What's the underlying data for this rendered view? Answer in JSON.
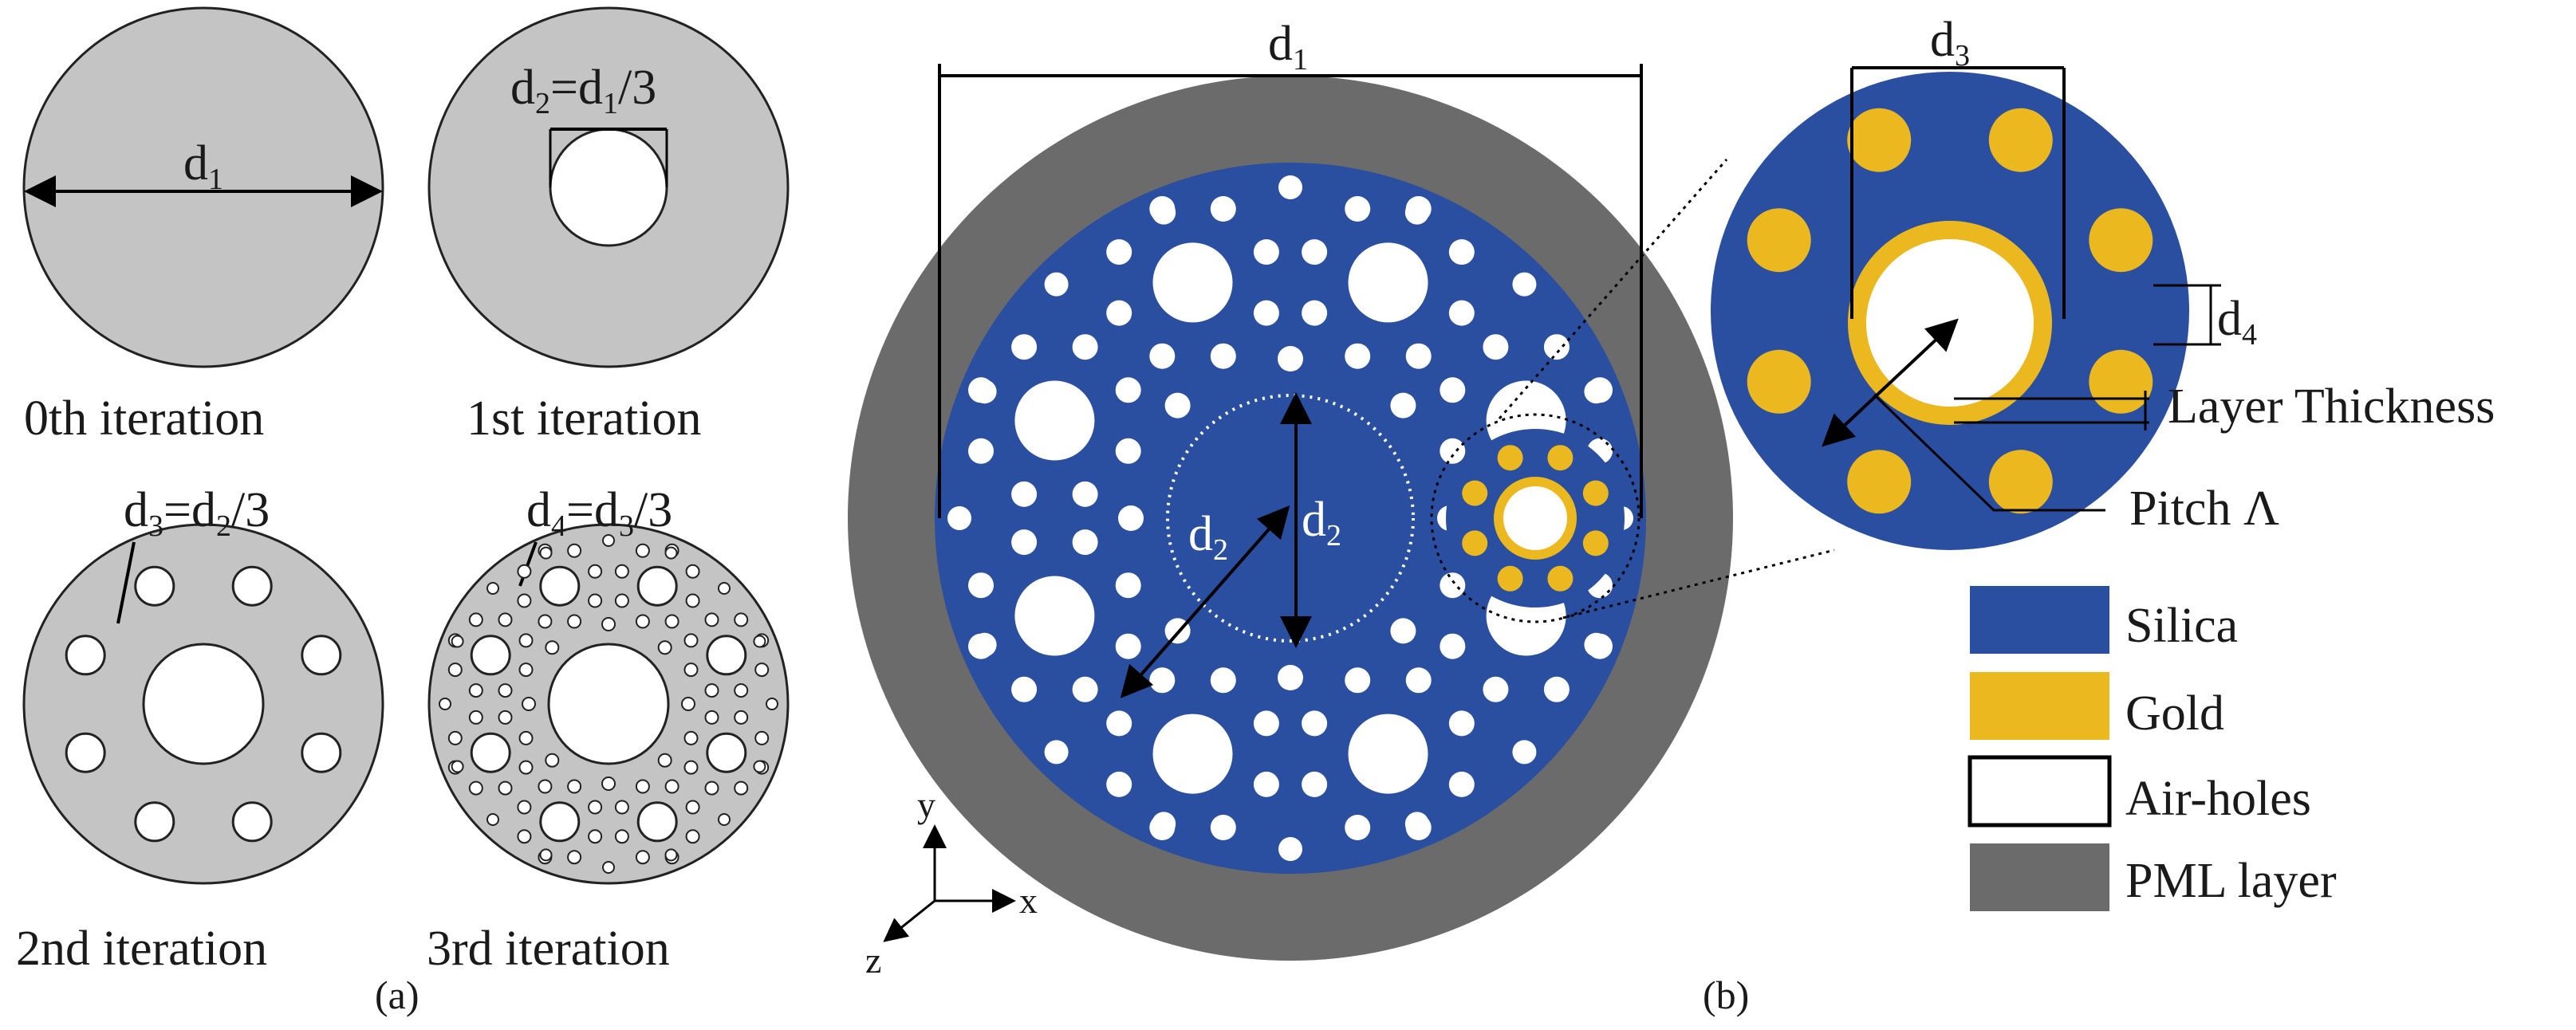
{
  "panel_a": {
    "label": "(a)",
    "iterations": [
      {
        "caption": "0th iteration",
        "dim_main": "d",
        "dim_sub": "1"
      },
      {
        "caption": "1st iteration",
        "dim_main": "d",
        "dim_sub": "2",
        "dim_eq": "=d",
        "dim_eq_sub": "1",
        "dim_tail": "/3"
      },
      {
        "caption": "2nd iteration",
        "dim_main": "d",
        "dim_sub": "3",
        "dim_eq": "=d",
        "dim_eq_sub": "2",
        "dim_tail": "/3"
      },
      {
        "caption": "3rd iteration",
        "dim_main": "d",
        "dim_sub": "4",
        "dim_eq": "=d",
        "dim_eq_sub": "3",
        "dim_tail": "/3"
      }
    ]
  },
  "panel_b": {
    "label": "(b)",
    "d1": {
      "main": "d",
      "sub": "1"
    },
    "d2": {
      "main": "d",
      "sub": "2"
    },
    "d3": {
      "main": "d",
      "sub": "3"
    },
    "d4": {
      "main": "d",
      "sub": "4"
    },
    "layer_thickness": "Layer Thickness",
    "pitch": "Pitch Λ",
    "axes": {
      "x": "x",
      "y": "y",
      "z": "z"
    }
  },
  "legend": [
    {
      "label": "Silica",
      "color": "#2a4fa0"
    },
    {
      "label": "Gold",
      "color": "#ecb81f"
    },
    {
      "label": "Air-holes",
      "color": "#ffffff"
    },
    {
      "label": "PML layer",
      "color": "#6b6b6b"
    }
  ],
  "colors": {
    "fiber_gray": "#c4c4c4",
    "silica": "#2a4fa0",
    "gold": "#ecb81f",
    "pml": "#6b6b6b",
    "air": "#ffffff"
  }
}
